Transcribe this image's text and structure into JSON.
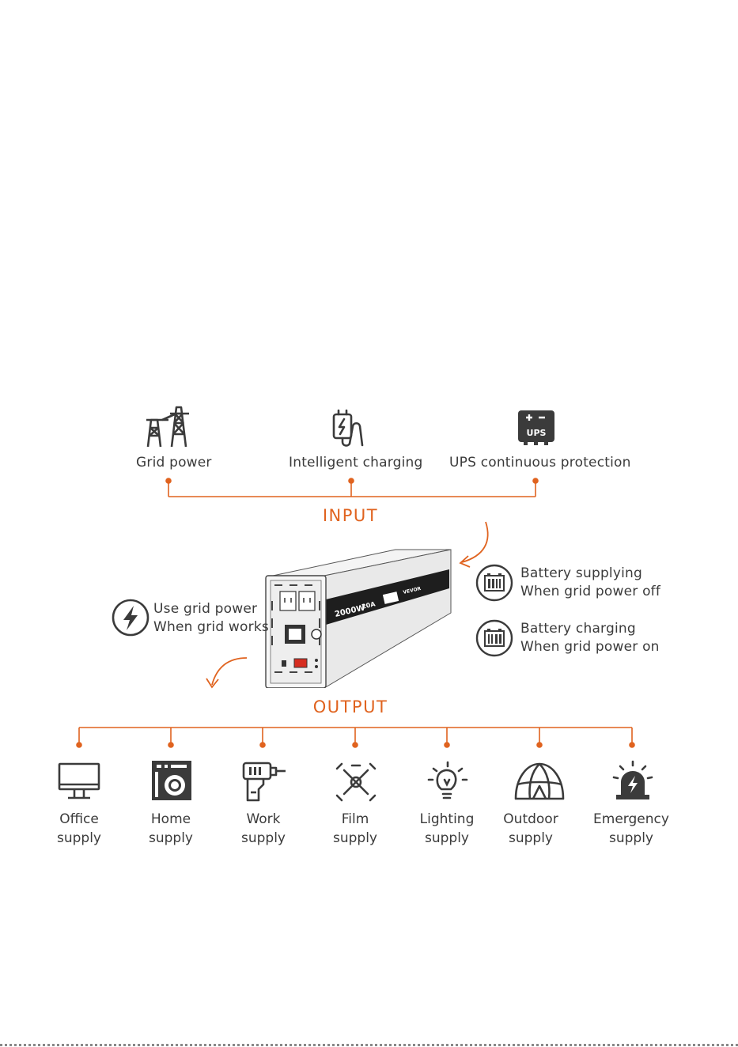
{
  "colors": {
    "accent": "#e0631f",
    "icon": "#3b3b3b",
    "text": "#3b3b3b"
  },
  "input": {
    "title": "INPUT",
    "items": [
      {
        "label": "Grid power",
        "icon": "power-tower-icon"
      },
      {
        "label": "Intelligent charging",
        "icon": "charging-plug-icon"
      },
      {
        "label": "UPS continuous protection",
        "icon": "ups-battery-icon"
      }
    ]
  },
  "device": {
    "power_rating": "2000W",
    "charge_rating": "20A",
    "brand": "VEVOR"
  },
  "modes": {
    "grid": {
      "line1": "Use grid power",
      "line2": "When grid works",
      "icon": "lightning-icon"
    },
    "battery_supplying": {
      "line1": "Battery supplying",
      "line2": "When grid power off",
      "icon": "battery-empty-icon"
    },
    "battery_charging": {
      "line1": "Battery charging",
      "line2": "When grid power on",
      "icon": "battery-charging-icon"
    }
  },
  "output": {
    "title": "OUTPUT",
    "items": [
      {
        "line1": "Office",
        "line2": "supply",
        "icon": "monitor-icon"
      },
      {
        "line1": "Home",
        "line2": "supply",
        "icon": "washing-machine-icon"
      },
      {
        "line1": "Work",
        "line2": "supply",
        "icon": "drill-icon"
      },
      {
        "line1": "Film",
        "line2": "supply",
        "icon": "drone-icon"
      },
      {
        "line1": "Lighting",
        "line2": "supply",
        "icon": "light-bulb-icon"
      },
      {
        "line1": "Outdoor",
        "line2": "supply",
        "icon": "tent-icon"
      },
      {
        "line1": "Emergency",
        "line2": "supply",
        "icon": "alarm-light-icon"
      }
    ]
  }
}
